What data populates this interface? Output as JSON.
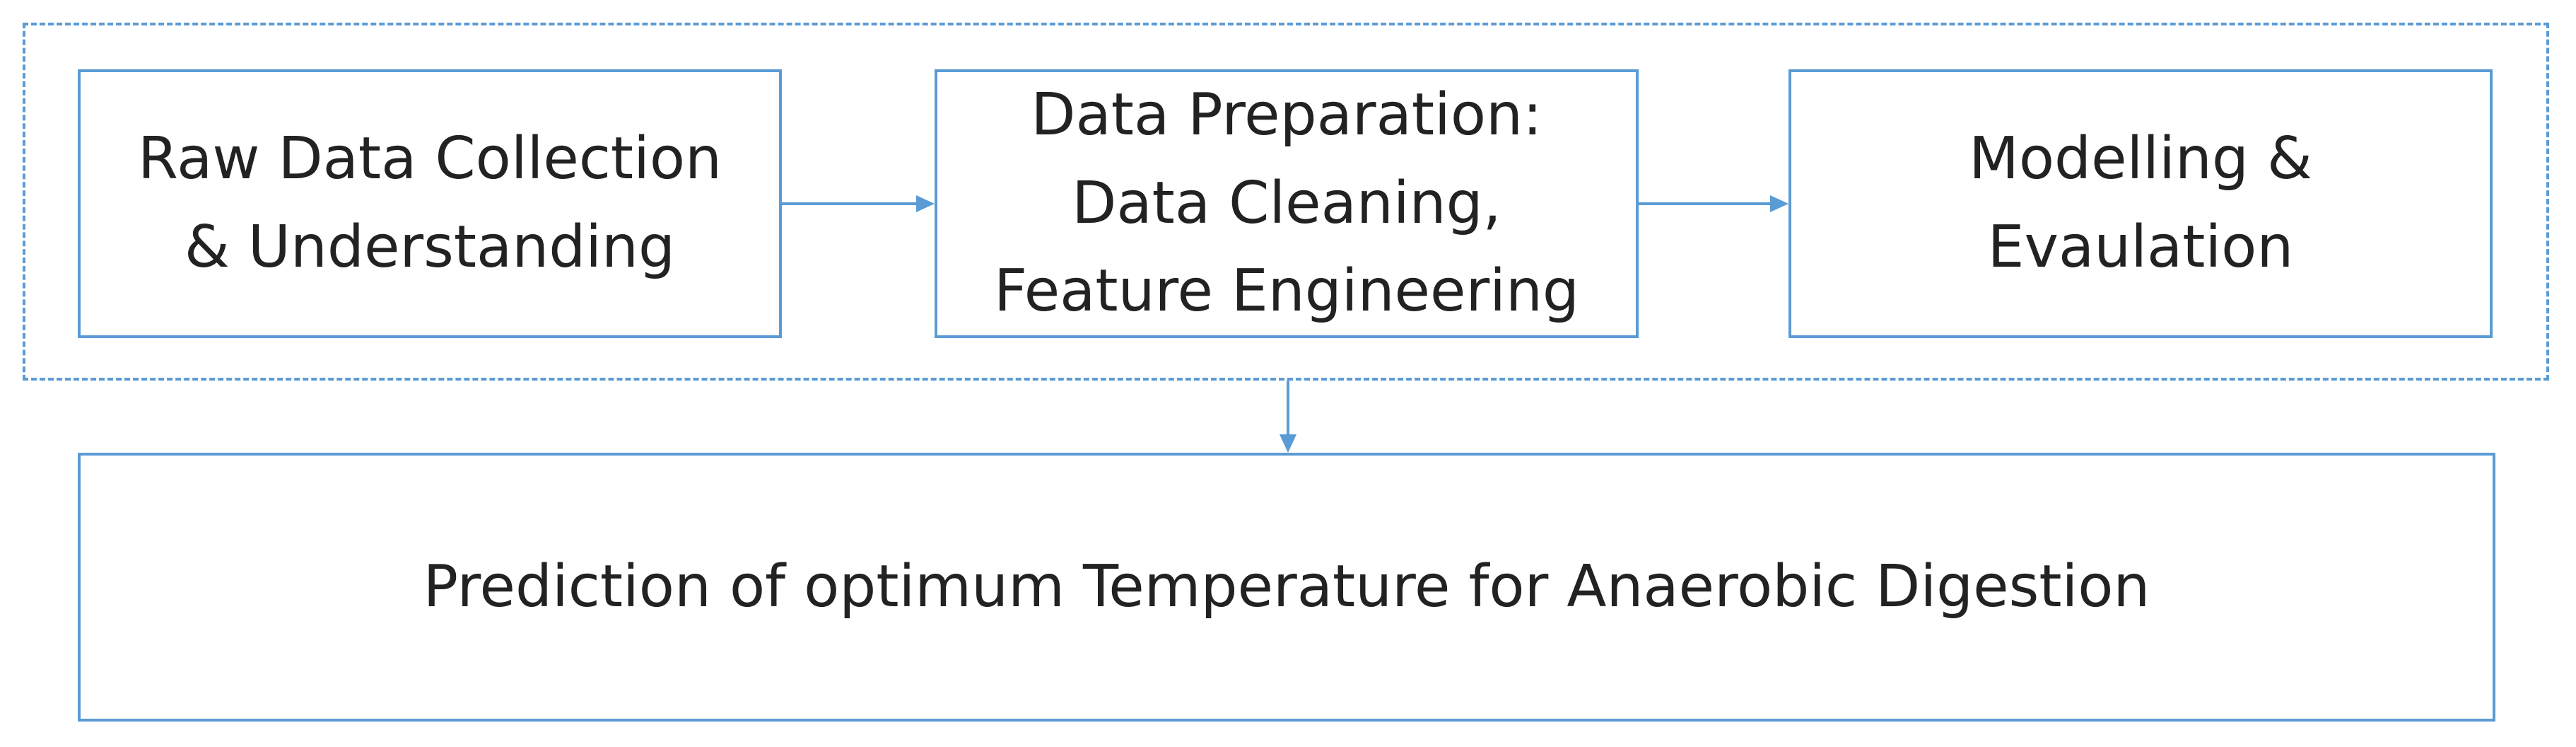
{
  "diagram": {
    "steps": [
      {
        "lines": [
          "Raw Data Collection",
          "& Understanding"
        ]
      },
      {
        "lines": [
          "Data Preparation:",
          "Data Cleaning,",
          "Feature Engineering"
        ]
      },
      {
        "lines": [
          "Modelling &",
          "Evaulation"
        ]
      }
    ],
    "result": {
      "label": "Prediction of optimum Temperature for Anaerobic Digestion"
    }
  },
  "colors": {
    "border": "#5b9bd5",
    "text": "#222222",
    "background": "#ffffff"
  }
}
